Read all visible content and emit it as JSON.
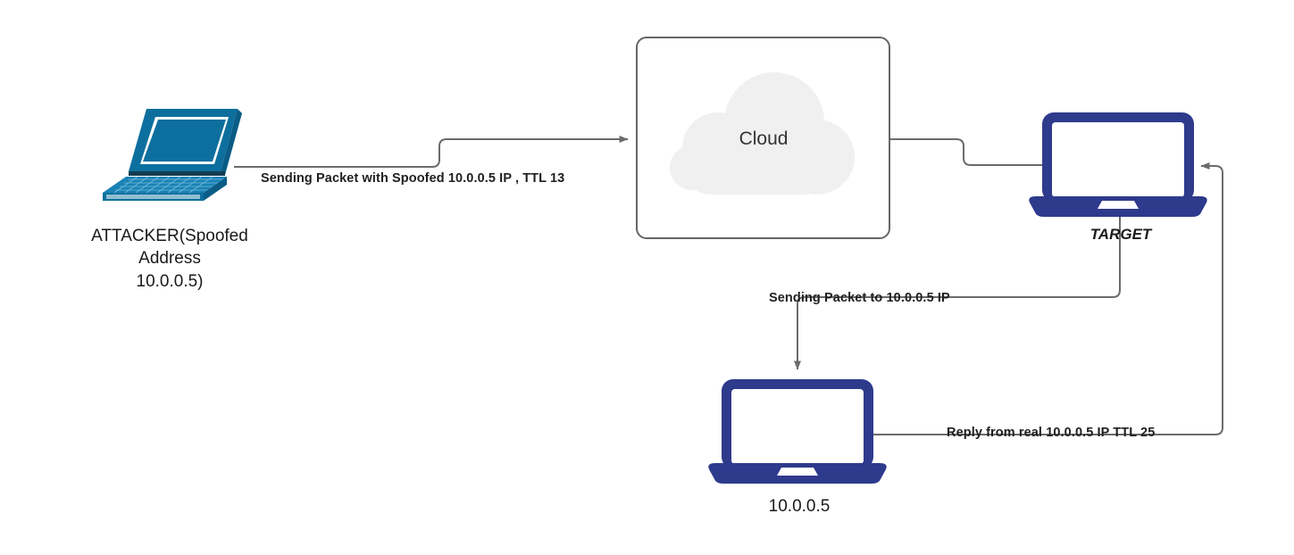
{
  "diagram": {
    "title": "IP Spoofing / Idle Scan Network Diagram",
    "type": "network-flow",
    "background": "#ffffff"
  },
  "colors": {
    "attacker_device": "#0d6f9e",
    "attacker_device_dark": "#0a5c85",
    "attacker_device_light": "#1a82b5",
    "navy_device": "#2e3a8c",
    "cloud_fill": "#f0f0f0",
    "box_stroke": "#666666",
    "wire_stroke": "#6b6b6b",
    "text": "#1a1a1a"
  },
  "nodes": [
    {
      "id": "attacker",
      "icon": "laptop-isometric-icon",
      "label_lines": [
        "ATTACKER(Spoofed",
        "Address",
        "10.0.0.5)"
      ],
      "label": "ATTACKER(Spoofed\nAddress\n10.0.0.5)",
      "color": "#0d6f9e"
    },
    {
      "id": "cloud",
      "icon": "cloud-icon",
      "label": "Cloud",
      "color": "#f0f0f0"
    },
    {
      "id": "target",
      "icon": "laptop-front-icon",
      "label": "TARGET",
      "color": "#2e3a8c"
    },
    {
      "id": "victim",
      "icon": "laptop-front-icon",
      "label": "10.0.0.5",
      "color": "#2e3a8c"
    }
  ],
  "edges": [
    {
      "id": "attacker-to-cloud",
      "from": "attacker",
      "to": "cloud",
      "label": "Sending Packet with Spoofed 10.0.0.5 IP , TTL 13",
      "arrow": "end"
    },
    {
      "id": "cloud-to-target",
      "from": "cloud",
      "to": "target",
      "label": "",
      "arrow": "none"
    },
    {
      "id": "target-to-victim",
      "from": "target",
      "to": "victim",
      "label": "Sending Packet to 10.0.0.5 IP",
      "arrow": "end"
    },
    {
      "id": "victim-to-target",
      "from": "victim",
      "to": "target",
      "label": "Reply from real 10.0.0.5 IP TTL 25",
      "arrow": "end"
    }
  ]
}
